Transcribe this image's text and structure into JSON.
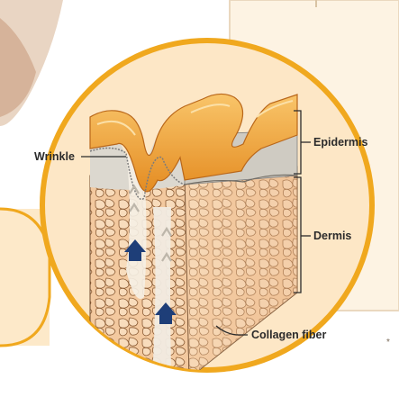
{
  "diagram": {
    "labels": {
      "wrinkle": "Wrinkle",
      "epidermis": "Epidermis",
      "dermis": "Dermis",
      "collagen_fiber": "Collagen fiber"
    },
    "footnote_mark": "*"
  },
  "colors": {
    "circle_border": "#f0a81e",
    "circle_fill": "#fde7c6",
    "surface_orange": "#f2a23a",
    "epidermis_gray": "#c9c6bd",
    "dermis_tan": "#f3c79c",
    "collagen_outline": "#8a5a33",
    "arrow_blue": "#1e3e78",
    "label_text": "#2b2b2b"
  },
  "icons": {
    "upward_arrow": "arrow-up-icon"
  }
}
